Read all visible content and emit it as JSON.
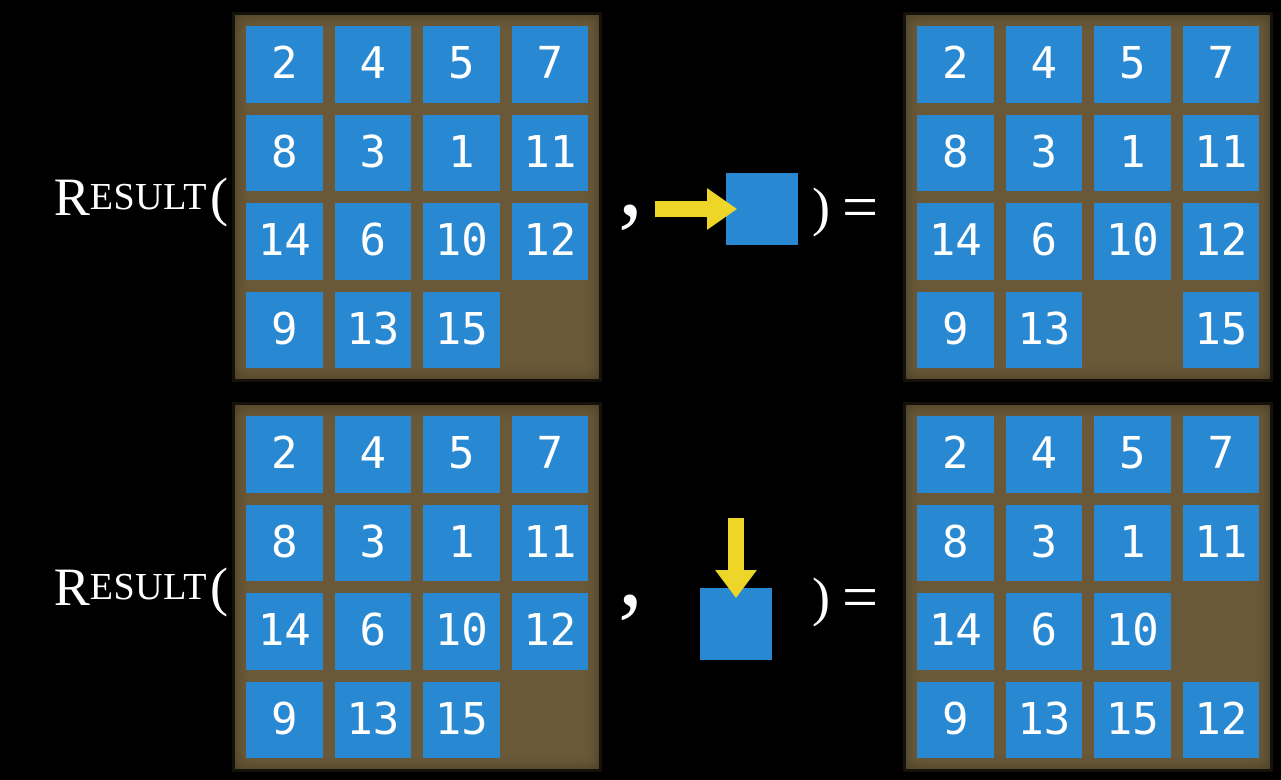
{
  "colors": {
    "background": "#000000",
    "tile_blue": "#2889d2",
    "board_brown": "#6a5938",
    "board_border": "#14100a",
    "arrow_yellow": "#eed628",
    "text_white": "#ffffff"
  },
  "function_name": {
    "initial": "R",
    "rest": "ESULT"
  },
  "symbols": {
    "open_paren": "(",
    "comma": ",",
    "close_paren": ")",
    "equals": "="
  },
  "examples": [
    {
      "action_direction": "right",
      "action_icon": "right-arrow-into-blank-tile",
      "input_board": [
        [
          "2",
          "4",
          "5",
          "7"
        ],
        [
          "8",
          "3",
          "1",
          "11"
        ],
        [
          "14",
          "6",
          "10",
          "12"
        ],
        [
          "9",
          "13",
          "15",
          ""
        ]
      ],
      "output_board": [
        [
          "2",
          "4",
          "5",
          "7"
        ],
        [
          "8",
          "3",
          "1",
          "11"
        ],
        [
          "14",
          "6",
          "10",
          "12"
        ],
        [
          "9",
          "13",
          "",
          "15"
        ]
      ]
    },
    {
      "action_direction": "down",
      "action_icon": "down-arrow-into-blank-tile",
      "input_board": [
        [
          "2",
          "4",
          "5",
          "7"
        ],
        [
          "8",
          "3",
          "1",
          "11"
        ],
        [
          "14",
          "6",
          "10",
          "12"
        ],
        [
          "9",
          "13",
          "15",
          ""
        ]
      ],
      "output_board": [
        [
          "2",
          "4",
          "5",
          "7"
        ],
        [
          "8",
          "3",
          "1",
          "11"
        ],
        [
          "14",
          "6",
          "10",
          ""
        ],
        [
          "9",
          "13",
          "15",
          "12"
        ]
      ]
    }
  ]
}
